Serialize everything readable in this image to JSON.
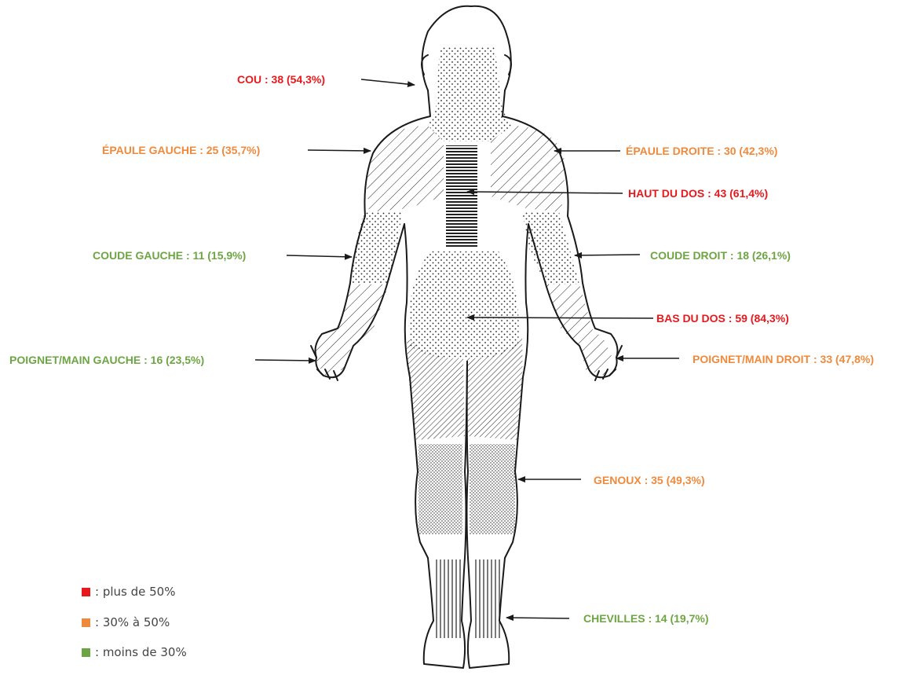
{
  "colors": {
    "high": "#e8191d",
    "mid": "#ef8a3c",
    "low": "#6ea544",
    "line": "#1a1a1a"
  },
  "labels": {
    "cou": "COU : 38 (54,3%)",
    "epaule_gauche": "ÉPAULE GAUCHE : 25 (35,7%)",
    "epaule_droite": "ÉPAULE DROITE : 30 (42,3%)",
    "haut_dos": "HAUT DU DOS : 43 (61,4%)",
    "coude_gauche": "COUDE GAUCHE : 11 (15,9%)",
    "coude_droit": "COUDE DROIT : 18 (26,1%)",
    "bas_dos": "BAS DU DOS : 59 (84,3%)",
    "poignet_gauche": "POIGNET/MAIN GAUCHE : 16 (23,5%)",
    "poignet_droit": "POIGNET/MAIN DROIT : 33 (47,8%)",
    "genoux": "GENOUX : 35 (49,3%)",
    "chevilles": "CHEVILLES : 14 (19,7%)"
  },
  "legend": {
    "high": ": plus de 50%",
    "mid": ": 30% à 50%",
    "low": ": moins de 30%"
  }
}
